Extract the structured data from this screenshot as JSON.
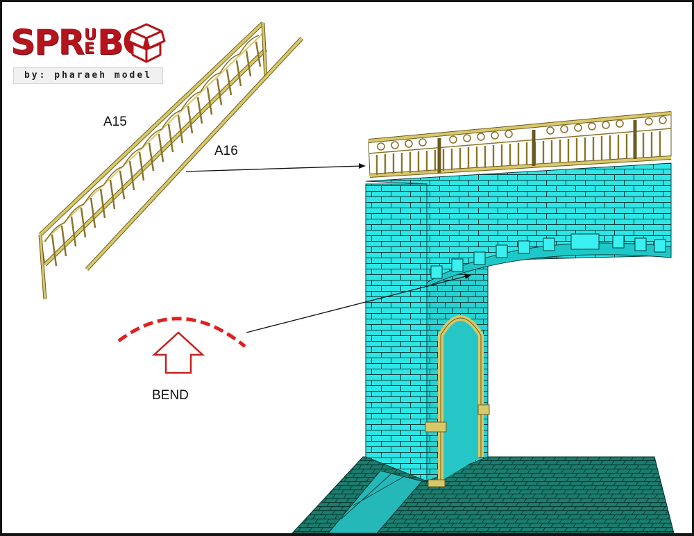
{
  "logo": {
    "word_start": "SPR",
    "word_mid_top": "U",
    "word_mid_bottom": "E",
    "word_end": "BO",
    "byline": "by: pharaeh model",
    "brand_color": "#b4141b",
    "box_icon": "box-icon"
  },
  "labels": {
    "part_a15": "A15",
    "part_a16": "A16",
    "bend": "BEND"
  },
  "colors": {
    "railing": "#d8c86a",
    "railing_outline": "#6b5a1e",
    "brick": "#2ee6e6",
    "brick_outline": "#0a3a3a",
    "bend_dashes": "#e0201e",
    "bend_arrow": "#c8201e"
  }
}
